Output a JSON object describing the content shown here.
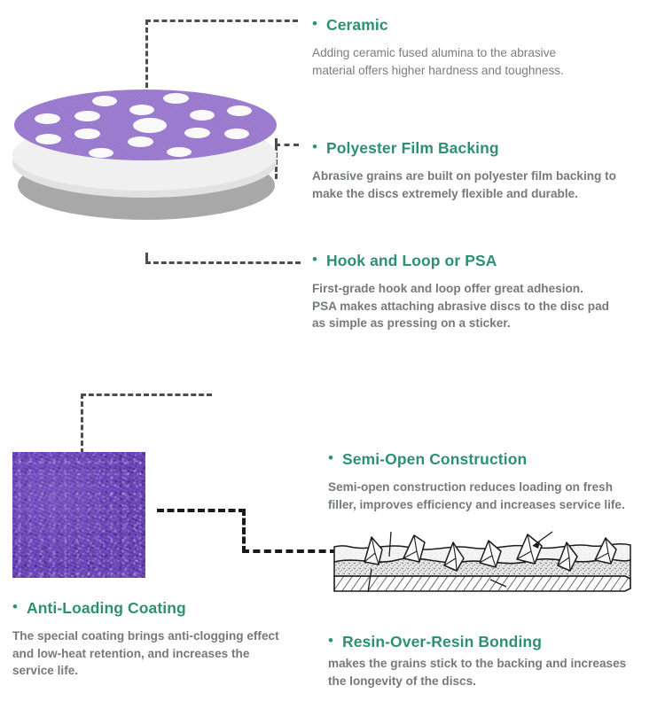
{
  "features": [
    {
      "id": "ceramic",
      "bullet": "•",
      "title": "Ceramic",
      "body": "Adding ceramic fused alumina to the abrasive\nmaterial offers higher hardness and toughness."
    },
    {
      "id": "polyester-film-backing",
      "bullet": "•",
      "title": "Polyester Film Backing",
      "body": "Abrasive grains are built on polyester film backing to\nmake the discs extremely flexible and durable."
    },
    {
      "id": "hook-and-loop-or-psa",
      "bullet": "•",
      "title": "Hook and Loop or PSA",
      "body": "First-grade hook and loop offer great adhesion.\nPSA makes attaching abrasive discs to the disc pad\nas simple as pressing on a sticker."
    },
    {
      "id": "semi-open-construction",
      "bullet": "•",
      "title": "Semi-Open Construction",
      "body": "Semi-open construction reduces loading on fresh\nfiller, improves efficiency and increases service life."
    },
    {
      "id": "anti-loading-coating",
      "bullet": "•",
      "title": "Anti-Loading Coating",
      "body": "The special coating brings anti-clogging effect\nand low-heat retention, and increases the\nservice life."
    },
    {
      "id": "resin-over-resin-bonding",
      "bullet": "•",
      "title": "Resin-Over-Resin Bonding",
      "body": "makes the grains stick to the backing and increases\nthe longevity of the discs."
    }
  ],
  "colors": {
    "heading_green": "#2e9073",
    "body_gray": "#7a7d80",
    "disc_top_purple": "#9b7bd0",
    "disc_mid_gray": "#e2e2e2",
    "disc_bottom_gray": "#a8a8a8",
    "swatch_purple": "#6a43bd",
    "connector_gray": "#4d4d4d",
    "connector_black": "#1a1a1a",
    "background": "#ffffff"
  },
  "illustrations": {
    "disc": {
      "name": "abrasive-disc-exploded-view",
      "layers": [
        "purple perforated abrasive face",
        "white polyester film backing",
        "gray hook and loop backing"
      ],
      "hole_count": 15
    },
    "swatch": {
      "name": "anti-loading-coating-texture",
      "description": "textured purple anti-loading coating surface"
    },
    "cross_section": {
      "name": "abrasive-grain-cross-section",
      "description": "line drawing of abrasive grains bonded in resin over a hatched backing"
    }
  }
}
